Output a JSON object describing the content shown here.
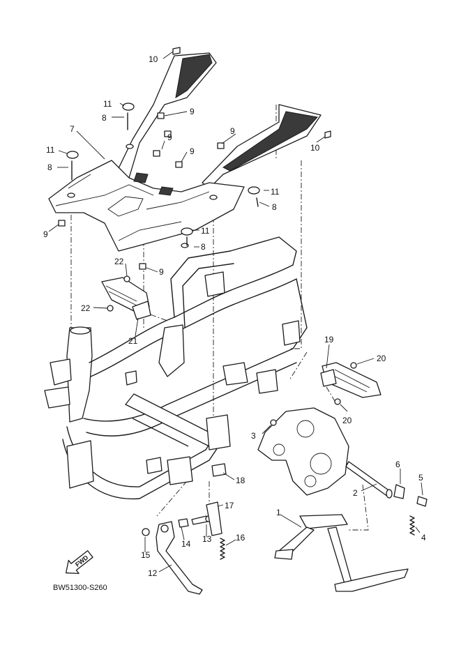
{
  "diagram": {
    "code": "BW51300-S260",
    "direction_label": "FWD",
    "callouts": [
      {
        "id": "c10a",
        "number": "10"
      },
      {
        "id": "c11a",
        "number": "11"
      },
      {
        "id": "c8a",
        "number": "8"
      },
      {
        "id": "c9a",
        "number": "9"
      },
      {
        "id": "c7",
        "number": "7"
      },
      {
        "id": "c9b",
        "number": "9"
      },
      {
        "id": "c10b",
        "number": "10"
      },
      {
        "id": "c11b",
        "number": "11"
      },
      {
        "id": "c8b",
        "number": "8"
      },
      {
        "id": "c9c",
        "number": "9"
      },
      {
        "id": "c9d",
        "number": "9"
      },
      {
        "id": "c11c",
        "number": "11"
      },
      {
        "id": "c8c",
        "number": "8"
      },
      {
        "id": "c9e",
        "number": "9"
      },
      {
        "id": "c11d",
        "number": "11"
      },
      {
        "id": "c8d",
        "number": "8"
      },
      {
        "id": "c22a",
        "number": "22"
      },
      {
        "id": "c9f",
        "number": "9"
      },
      {
        "id": "c22b",
        "number": "22"
      },
      {
        "id": "c21",
        "number": "21"
      },
      {
        "id": "c19",
        "number": "19"
      },
      {
        "id": "c20a",
        "number": "20"
      },
      {
        "id": "c20b",
        "number": "20"
      },
      {
        "id": "c3",
        "number": "3"
      },
      {
        "id": "c6",
        "number": "6"
      },
      {
        "id": "c5",
        "number": "5"
      },
      {
        "id": "c2",
        "number": "2"
      },
      {
        "id": "c18",
        "number": "18"
      },
      {
        "id": "c17",
        "number": "17"
      },
      {
        "id": "c1",
        "number": "1"
      },
      {
        "id": "c4",
        "number": "4"
      },
      {
        "id": "c14",
        "number": "14"
      },
      {
        "id": "c13",
        "number": "13"
      },
      {
        "id": "c16",
        "number": "16"
      },
      {
        "id": "c15",
        "number": "15"
      },
      {
        "id": "c12",
        "number": "12"
      }
    ]
  }
}
